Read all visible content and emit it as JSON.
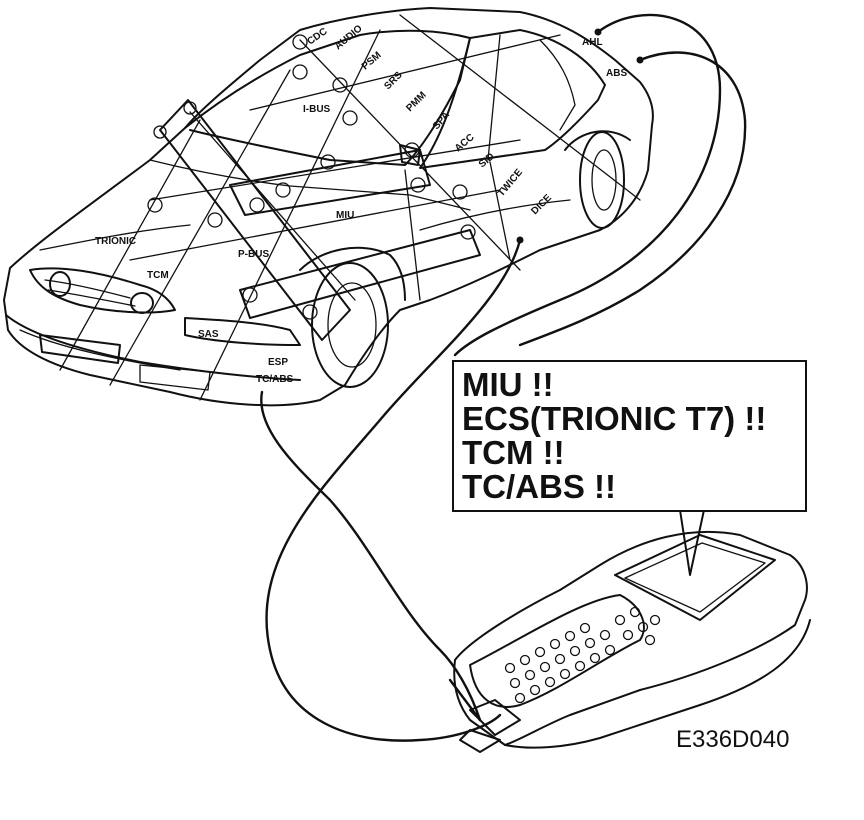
{
  "modules": {
    "cdc": "CDC",
    "audio": "AUDIO",
    "psm": "PSM",
    "srs": "SRS",
    "ahl": "AHL",
    "abs": "ABS",
    "ibus": "I-BUS",
    "pmm": "PMM",
    "spa": "SPA",
    "acc": "ACC",
    "sid": "SID",
    "twice": "TWICE",
    "dice": "DICE",
    "miu": "MIU",
    "trionic": "TRIONIC",
    "pbus": "P-BUS",
    "tcm": "TCM",
    "sas": "SAS",
    "esp": "ESP",
    "tcabs": "TC/ABS"
  },
  "callout": {
    "lines": [
      "MIU !!",
      "ECS(TRIONIC T7) !!",
      "TCM !!",
      "TC/ABS !!"
    ]
  },
  "figure_id": "E336D040"
}
